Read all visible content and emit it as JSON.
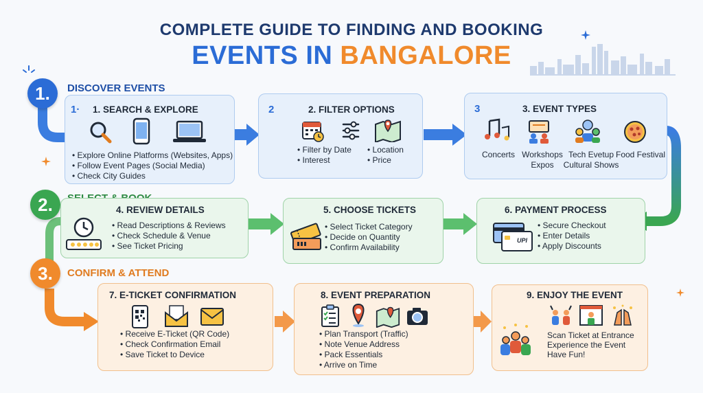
{
  "title": {
    "line1": "COMPLETE GUIDE TO FINDING AND BOOKING",
    "line2a": "EVENTS IN ",
    "line2b": "BANGALORE"
  },
  "stages": [
    {
      "number": "1.",
      "label": "DISCOVER EVENTS",
      "color": "#2b6cd6"
    },
    {
      "number": "2.",
      "label": "SELECT & BOOK",
      "color": "#3aa651"
    },
    {
      "number": "3.",
      "label": "CONFIRM & ATTEND",
      "color": "#f08a2c"
    }
  ],
  "cards": {
    "c1": {
      "num": "1·",
      "title": "1. SEARCH & EXPLORE",
      "bullets": [
        "Explore Online Platforms (Websites, Apps)",
        "Follow Event Pages (Social Media)",
        "Check City Guides"
      ],
      "icons": [
        "magnifier-icon",
        "phone-icon",
        "laptop-icon"
      ]
    },
    "c2": {
      "num": "2",
      "title": "2. FILTER OPTIONS",
      "bullets_left": [
        "Filter by Date",
        "Interest"
      ],
      "bullets_right": [
        "Location",
        "Price"
      ],
      "icons": [
        "calendar-icon",
        "sliders-icon",
        "map-icon"
      ]
    },
    "c3": {
      "num": "3",
      "title": "3. EVENT TYPES",
      "types": [
        "Concerts",
        "Workshops",
        "Tech Evetup",
        "Food Festival"
      ],
      "types2": [
        "Expos",
        "Cultural Shows"
      ],
      "icons": [
        "music-icon",
        "workshop-icon",
        "people-icon",
        "pizza-icon"
      ]
    },
    "c4": {
      "title": "4. REVIEW DETAILS",
      "bullets": [
        "Read Descriptions & Reviews",
        "Check Schedule & Venue",
        "See Ticket Pricing"
      ],
      "icons": [
        "clock-rating-icon"
      ]
    },
    "c5": {
      "title": "5. CHOOSE TICKETS",
      "bullets": [
        "Select Ticket Category",
        "Decide on Quantity",
        "Confirm Availability"
      ],
      "icons": [
        "tickets-icon"
      ]
    },
    "c6": {
      "title": "6. PAYMENT PROCESS",
      "bullets": [
        "Secure Checkout",
        "Enter Details",
        "Apply Discounts"
      ],
      "icons": [
        "cards-icon"
      ],
      "upi": "UPI"
    },
    "c7": {
      "title": "7. E-TICKET CONFIRMATION",
      "bullets": [
        "Receive E-Ticket (QR Code)",
        "Check Confirmation Email",
        "Save Ticket to Device"
      ],
      "icons": [
        "qr-phone-icon",
        "email-icon",
        "envelope-icon"
      ]
    },
    "c8": {
      "title": "8. EVENT PREPARATION",
      "bullets": [
        "Plan Transport (Traffic)",
        "Note Venue Address",
        "Pack Essentials",
        "Arrive on Time"
      ],
      "icons": [
        "checklist-icon",
        "pin-icon",
        "map-icon",
        "camera-icon"
      ]
    },
    "c9": {
      "title": "9. ENJOY THE EVENT",
      "lines": [
        "Scan Ticket at Entrance",
        "Experience the Event",
        "Have Fun!"
      ],
      "icons": [
        "crowd-icon",
        "cheer-icon",
        "stage-icon",
        "hands-icon"
      ]
    }
  },
  "colors": {
    "blue": "#2b6cd6",
    "green": "#3aa651",
    "orange": "#f08a2c",
    "navy": "#1e3a6e"
  }
}
